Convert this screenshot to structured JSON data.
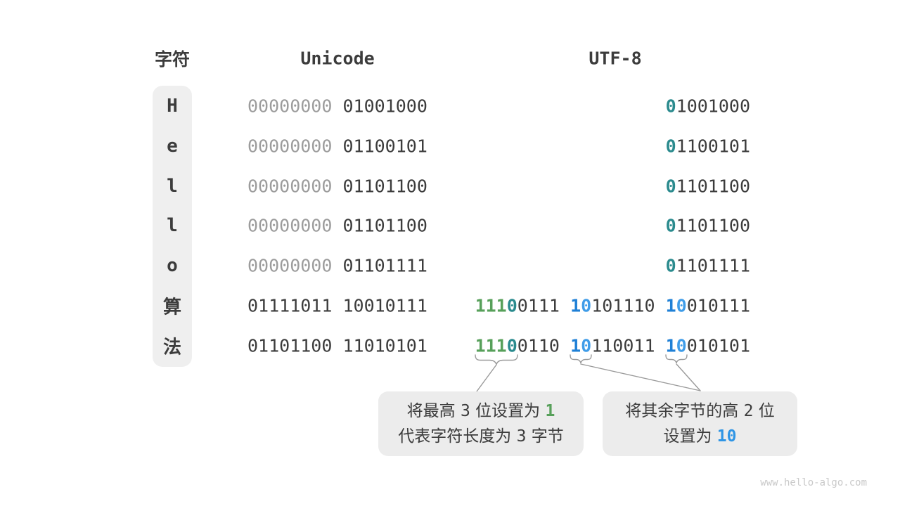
{
  "headers": {
    "character": "字符",
    "unicode": "Unicode",
    "utf8": "UTF-8"
  },
  "rows": [
    {
      "char": "H",
      "unicode": [
        {
          "t": "00000000 ",
          "c": "gray"
        },
        {
          "t": "01001000",
          "c": "dark"
        }
      ],
      "utf8_bytes": [
        [
          {
            "t": "0",
            "c": "teal"
          },
          {
            "t": "1001000",
            "c": "dark"
          }
        ]
      ]
    },
    {
      "char": "e",
      "unicode": [
        {
          "t": "00000000 ",
          "c": "gray"
        },
        {
          "t": "01100101",
          "c": "dark"
        }
      ],
      "utf8_bytes": [
        [
          {
            "t": "0",
            "c": "teal"
          },
          {
            "t": "1100101",
            "c": "dark"
          }
        ]
      ]
    },
    {
      "char": "l",
      "unicode": [
        {
          "t": "00000000 ",
          "c": "gray"
        },
        {
          "t": "01101100",
          "c": "dark"
        }
      ],
      "utf8_bytes": [
        [
          {
            "t": "0",
            "c": "teal"
          },
          {
            "t": "1101100",
            "c": "dark"
          }
        ]
      ]
    },
    {
      "char": "l",
      "unicode": [
        {
          "t": "00000000 ",
          "c": "gray"
        },
        {
          "t": "01101100",
          "c": "dark"
        }
      ],
      "utf8_bytes": [
        [
          {
            "t": "0",
            "c": "teal"
          },
          {
            "t": "1101100",
            "c": "dark"
          }
        ]
      ]
    },
    {
      "char": "o",
      "unicode": [
        {
          "t": "00000000 ",
          "c": "gray"
        },
        {
          "t": "01101111",
          "c": "dark"
        }
      ],
      "utf8_bytes": [
        [
          {
            "t": "0",
            "c": "teal"
          },
          {
            "t": "1101111",
            "c": "dark"
          }
        ]
      ]
    },
    {
      "char": "算",
      "unicode": [
        {
          "t": "01111011 10010111",
          "c": "dark"
        }
      ],
      "utf8_bytes": [
        [
          {
            "t": "111",
            "c": "green"
          },
          {
            "t": "0",
            "c": "teal"
          },
          {
            "t": "0111",
            "c": "dark"
          }
        ],
        [
          {
            "t": "1",
            "c": "b1"
          },
          {
            "t": "0",
            "c": "b0"
          },
          {
            "t": "101110",
            "c": "dark"
          }
        ],
        [
          {
            "t": "1",
            "c": "b1"
          },
          {
            "t": "0",
            "c": "b0"
          },
          {
            "t": "010111",
            "c": "dark"
          }
        ]
      ]
    },
    {
      "char": "法",
      "unicode": [
        {
          "t": "01101100 11010101",
          "c": "dark"
        }
      ],
      "utf8_bytes": [
        [
          {
            "t": "111",
            "c": "green"
          },
          {
            "t": "0",
            "c": "teal"
          },
          {
            "t": "0110",
            "c": "dark"
          }
        ],
        [
          {
            "t": "1",
            "c": "b1"
          },
          {
            "t": "0",
            "c": "b0"
          },
          {
            "t": "110011",
            "c": "dark"
          }
        ],
        [
          {
            "t": "1",
            "c": "b1"
          },
          {
            "t": "0",
            "c": "b0"
          },
          {
            "t": "010101",
            "c": "dark"
          }
        ]
      ]
    }
  ],
  "callouts": {
    "high_bits": {
      "line1": [
        {
          "t": "将最高 ",
          "c": "cn"
        },
        {
          "t": "3",
          "c": "mono"
        },
        {
          "t": " 位设置为 ",
          "c": "cn"
        },
        {
          "t": "1",
          "c": "green"
        }
      ],
      "line2": [
        {
          "t": "代表字符长度为 ",
          "c": "cn"
        },
        {
          "t": "3",
          "c": "mono"
        },
        {
          "t": " 字节",
          "c": "cn"
        }
      ]
    },
    "continuation": {
      "line1": [
        {
          "t": "将其余字节的高 ",
          "c": "cn"
        },
        {
          "t": "2",
          "c": "mono"
        },
        {
          "t": " 位",
          "c": "cn"
        }
      ],
      "line2": [
        {
          "t": "设置为 ",
          "c": "cn"
        },
        {
          "t": "10",
          "c": "blue"
        }
      ]
    }
  },
  "watermark": "www.hello-algo.com",
  "colors": {
    "dark": "#3c3c3c",
    "gray_bits": "#9c9c9c",
    "green": "#57a05a",
    "teal": "#2b8b8e",
    "blue_1": "#1f80d6",
    "blue_0": "#3f9ce8",
    "callout_blue": "#2f95e5",
    "box_bg": "#efefef",
    "callout_bg": "#ececec",
    "connector": "#9a9a9a",
    "watermark": "#c9c9c9"
  }
}
